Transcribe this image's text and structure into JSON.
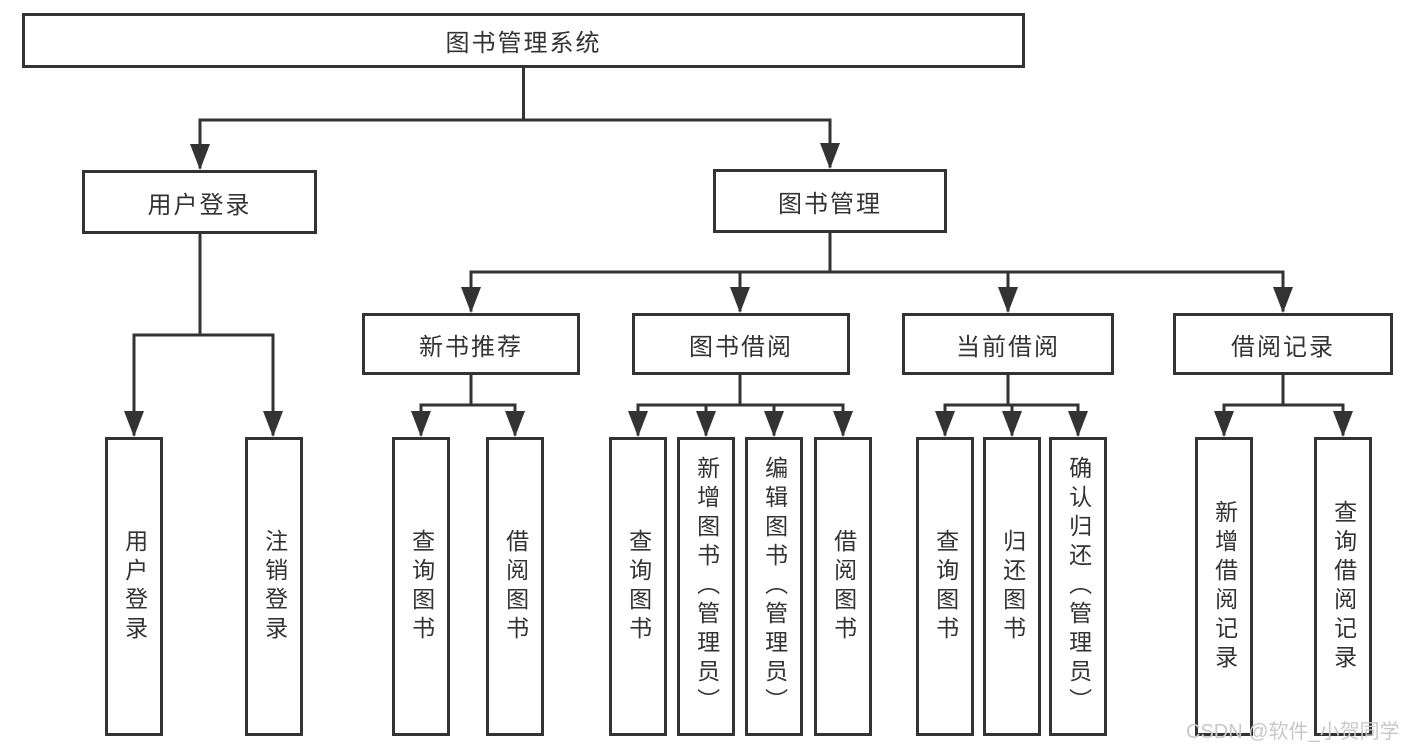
{
  "diagram": {
    "root": {
      "label": "图书管理系统"
    },
    "level2": [
      {
        "label": "用户登录"
      },
      {
        "label": "图书管理"
      }
    ],
    "level3": [
      {
        "label": "新书推荐"
      },
      {
        "label": "图书借阅"
      },
      {
        "label": "当前借阅"
      },
      {
        "label": "借阅记录"
      }
    ],
    "leaves": [
      {
        "label": "用户登录"
      },
      {
        "label": "注销登录"
      },
      {
        "label": "查询图书"
      },
      {
        "label": "借阅图书"
      },
      {
        "label": "查询图书"
      },
      {
        "label": "新增图书（管理员）"
      },
      {
        "label": "编辑图书（管理员）"
      },
      {
        "label": "借阅图书"
      },
      {
        "label": "查询图书"
      },
      {
        "label": "归还图书"
      },
      {
        "label": "确认归还（管理员）"
      },
      {
        "label": "新增借阅记录"
      },
      {
        "label": "查询借阅记录"
      }
    ]
  },
  "watermark": {
    "text": "CSDN @软件_小贺同学"
  },
  "colors": {
    "line": "#333333",
    "node_border": "#333333",
    "text": "#333333",
    "watermark": "#c8c8c8",
    "background": "#ffffff"
  }
}
